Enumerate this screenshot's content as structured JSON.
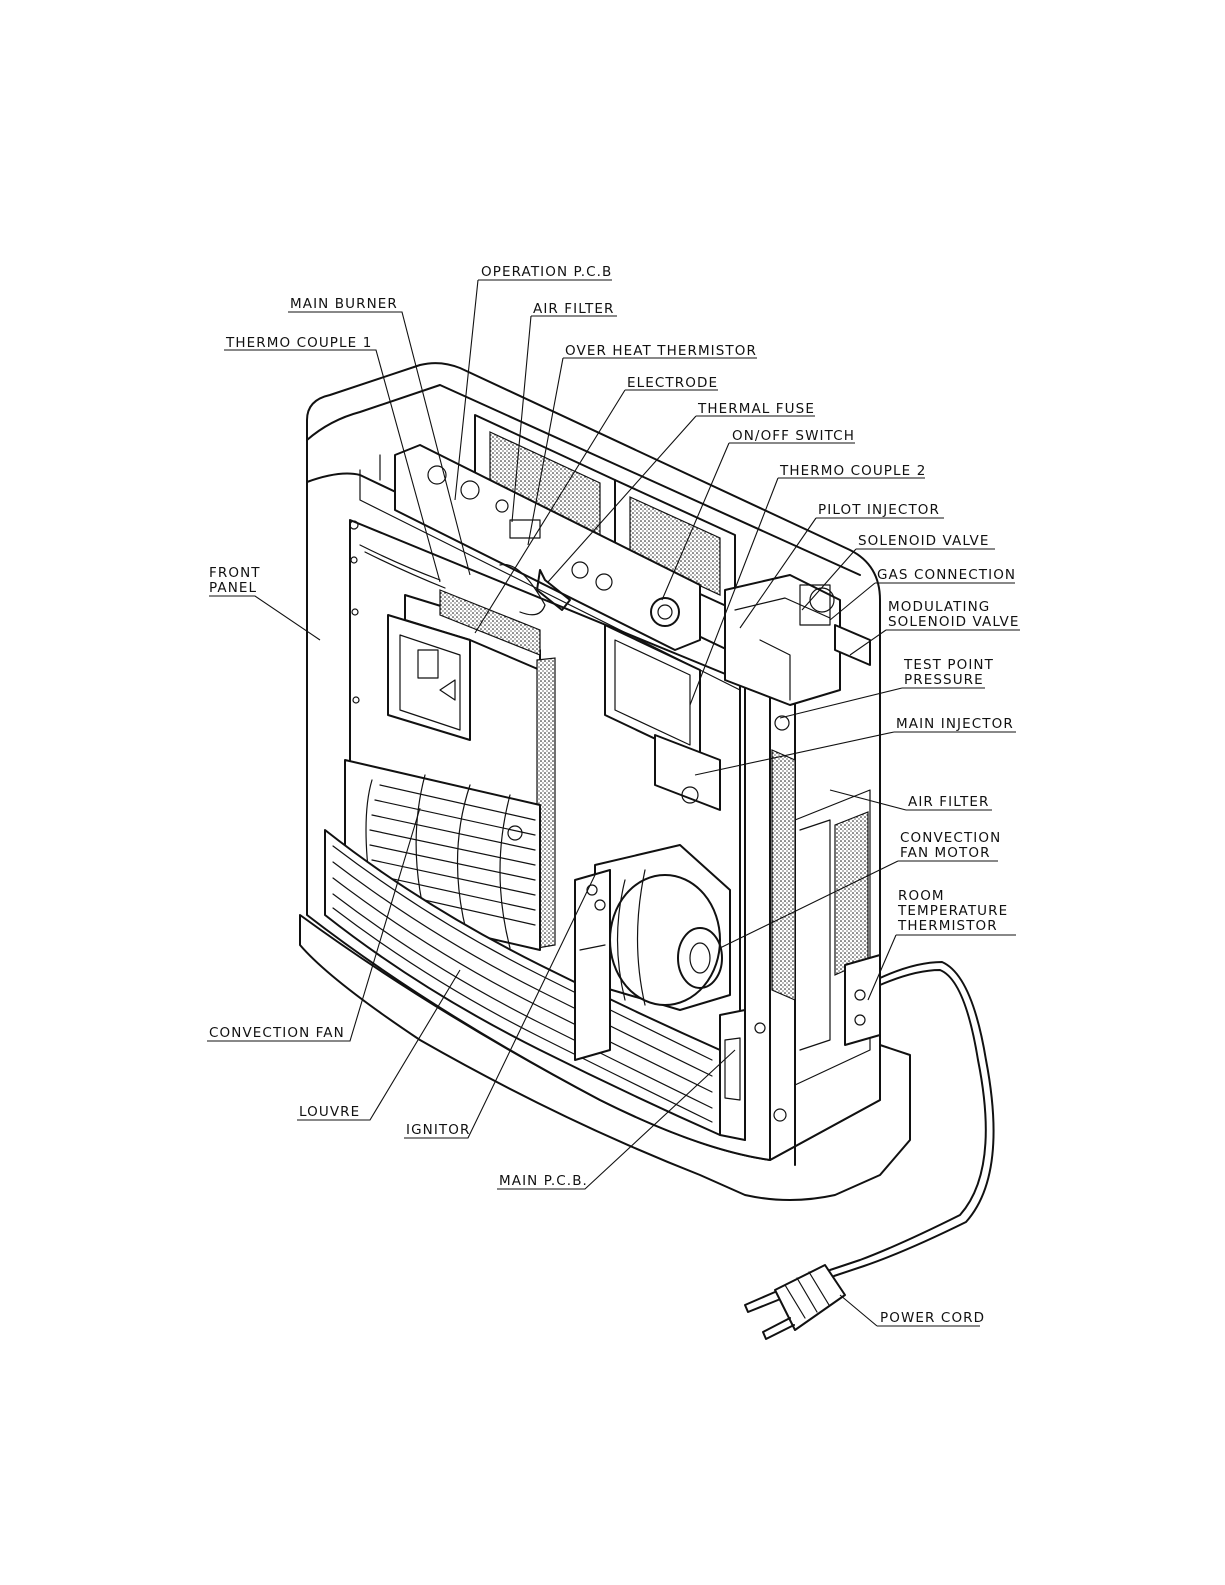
{
  "colors": {
    "ink": "#111111",
    "paper": "#ffffff"
  },
  "labels": {
    "operation_pcb": "OPERATION P.C.B",
    "main_burner": "MAIN BURNER",
    "air_filter_top": "AIR FILTER",
    "thermo_couple_1": "THERMO COUPLE 1",
    "over_heat_thermistor": "OVER HEAT THERMISTOR",
    "electrode": "ELECTRODE",
    "thermal_fuse": "THERMAL FUSE",
    "on_off_switch": "ON/OFF SWITCH",
    "thermo_couple_2": "THERMO COUPLE 2",
    "pilot_injector": "PILOT INJECTOR",
    "solenoid_valve": "SOLENOID VALVE",
    "gas_connection": "GAS CONNECTION",
    "modulating_solenoid_valve": [
      "MODULATING",
      "SOLENOID VALVE"
    ],
    "test_point_pressure": [
      "TEST POINT",
      "PRESSURE"
    ],
    "main_injector": "MAIN INJECTOR",
    "air_filter_side": "AIR FILTER",
    "convection_fan_motor": [
      "CONVECTION",
      "FAN MOTOR"
    ],
    "room_temperature_thermistor": [
      "ROOM",
      "TEMPERATURE",
      "THERMISTOR"
    ],
    "front_panel": [
      "FRONT",
      "PANEL"
    ],
    "convection_fan": "CONVECTION FAN",
    "louvre": "LOUVRE",
    "ignitor": "IGNITOR",
    "main_pcb": "MAIN P.C.B.",
    "power_cord": "POWER CORD"
  }
}
